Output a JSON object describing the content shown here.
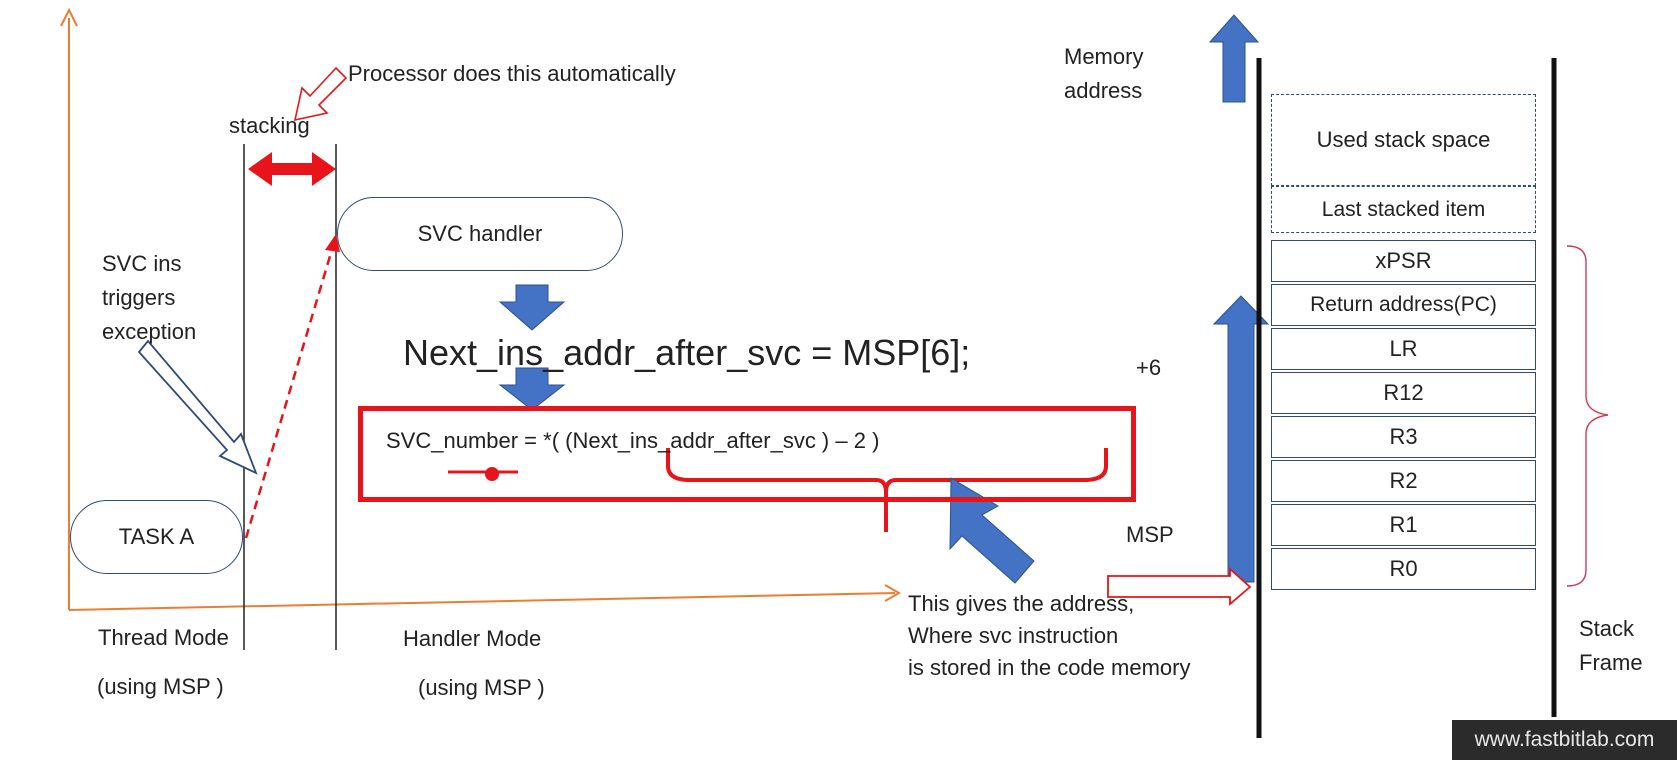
{
  "labels": {
    "processor_note": "Processor does this automatically",
    "stacking": "stacking",
    "svc_handler": "SVC handler",
    "svc_ins_line1": "SVC ins",
    "svc_ins_line2": "triggers",
    "svc_ins_line3": "exception",
    "task_a": "TASK A",
    "thread_mode": "Thread Mode",
    "thread_mode_sub": "(using MSP )",
    "handler_mode": "Handler Mode",
    "handler_mode_sub": "(using MSP )",
    "next_ins_code": "Next_ins_addr_after_svc =  MSP[6];",
    "svc_number_code": "SVC_number =  *(  (Next_ins_addr_after_svc ) – 2 )",
    "address_note_line1": "This gives the address,",
    "address_note_line2": "Where svc instruction",
    "address_note_line3": "is stored in the code memory",
    "memory_address_line1": "Memory",
    "memory_address_line2": "address",
    "plus_six": "+6",
    "msp": "MSP",
    "stack_frame_line1": "Stack",
    "stack_frame_line2": "Frame"
  },
  "stack": {
    "used_space": "Used stack space",
    "last_item": "Last stacked item",
    "frame": [
      "xPSR",
      "Return address(PC)",
      "LR",
      "R12",
      "R3",
      "R2",
      "R1",
      "R0"
    ]
  },
  "watermark": "www.fastbitlab.com",
  "colors": {
    "axis": "#ed7d31",
    "arrow_blue": "#4472c4",
    "red": "#e8141a",
    "outline": "#2e4a78"
  }
}
